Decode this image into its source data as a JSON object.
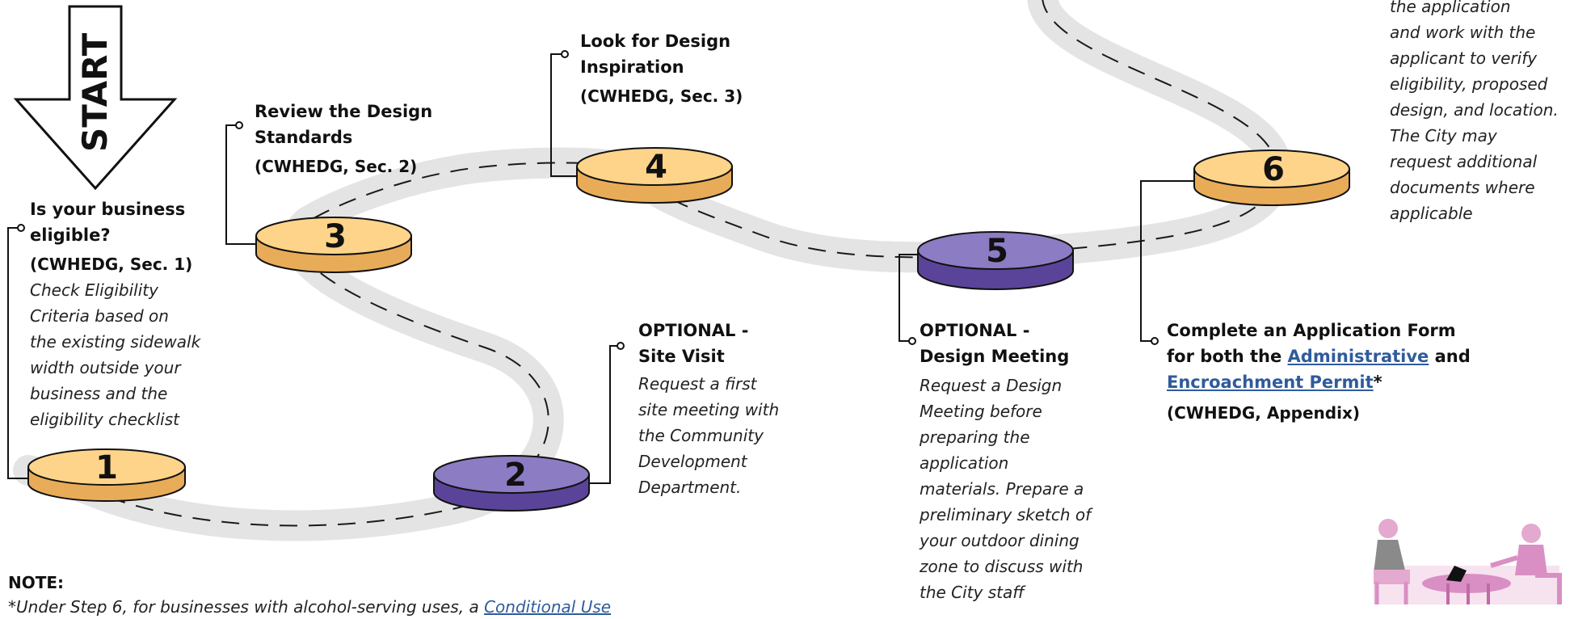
{
  "start": {
    "label": "START"
  },
  "steps": [
    {
      "number": "1",
      "title": "Is your business\neligible?",
      "ref": "(CWHEDG, Sec. 1)",
      "desc": "Check Eligibility\nCriteria based on\nthe existing sidewalk\nwidth outside your\nbusiness and the\neligibility checklist"
    },
    {
      "number": "2",
      "title": "OPTIONAL -\nSite Visit",
      "desc": "Request a first\nsite meeting with\nthe Community\nDevelopment\nDepartment."
    },
    {
      "number": "3",
      "title": "Review the Design\nStandards",
      "ref": "(CWHEDG, Sec. 2)"
    },
    {
      "number": "4",
      "title": "Look for Design\nInspiration",
      "ref": "(CWHEDG, Sec. 3)"
    },
    {
      "number": "5",
      "title": "OPTIONAL -\nDesign Meeting",
      "desc": "Request a Design\nMeeting before\npreparing the\napplication\nmaterials. Prepare a\npreliminary sketch of\nyour outdoor dining\nzone to discuss with\nthe City staff"
    },
    {
      "number": "6",
      "title_part1": "Complete an Application Form\nfor both the ",
      "link1": "Administrative",
      "title_part2": " and",
      "link2": "Encroachment Permit",
      "title_part3": "*",
      "ref": "(CWHEDG, Appendix)",
      "desc": "the application\nand work with the\napplicant to verify\neligibility, proposed\ndesign, and location.\nThe City may\nrequest additional\ndocuments where\napplicable"
    }
  ],
  "note": {
    "label": "NOTE:",
    "text": "*Under Step 6, for businesses with alcohol-serving uses, a ",
    "link": "Conditional Use"
  },
  "colors": {
    "required_top": "#fdd48a",
    "required_side": "#e8ac58",
    "optional_top": "#8c7cc4",
    "optional_side": "#5a449a",
    "road": "#e4e4e4",
    "illustration": "#d98fc4"
  },
  "icons": {
    "start": "start-arrow-icon",
    "people": "outdoor-dining-illustration-icon"
  }
}
